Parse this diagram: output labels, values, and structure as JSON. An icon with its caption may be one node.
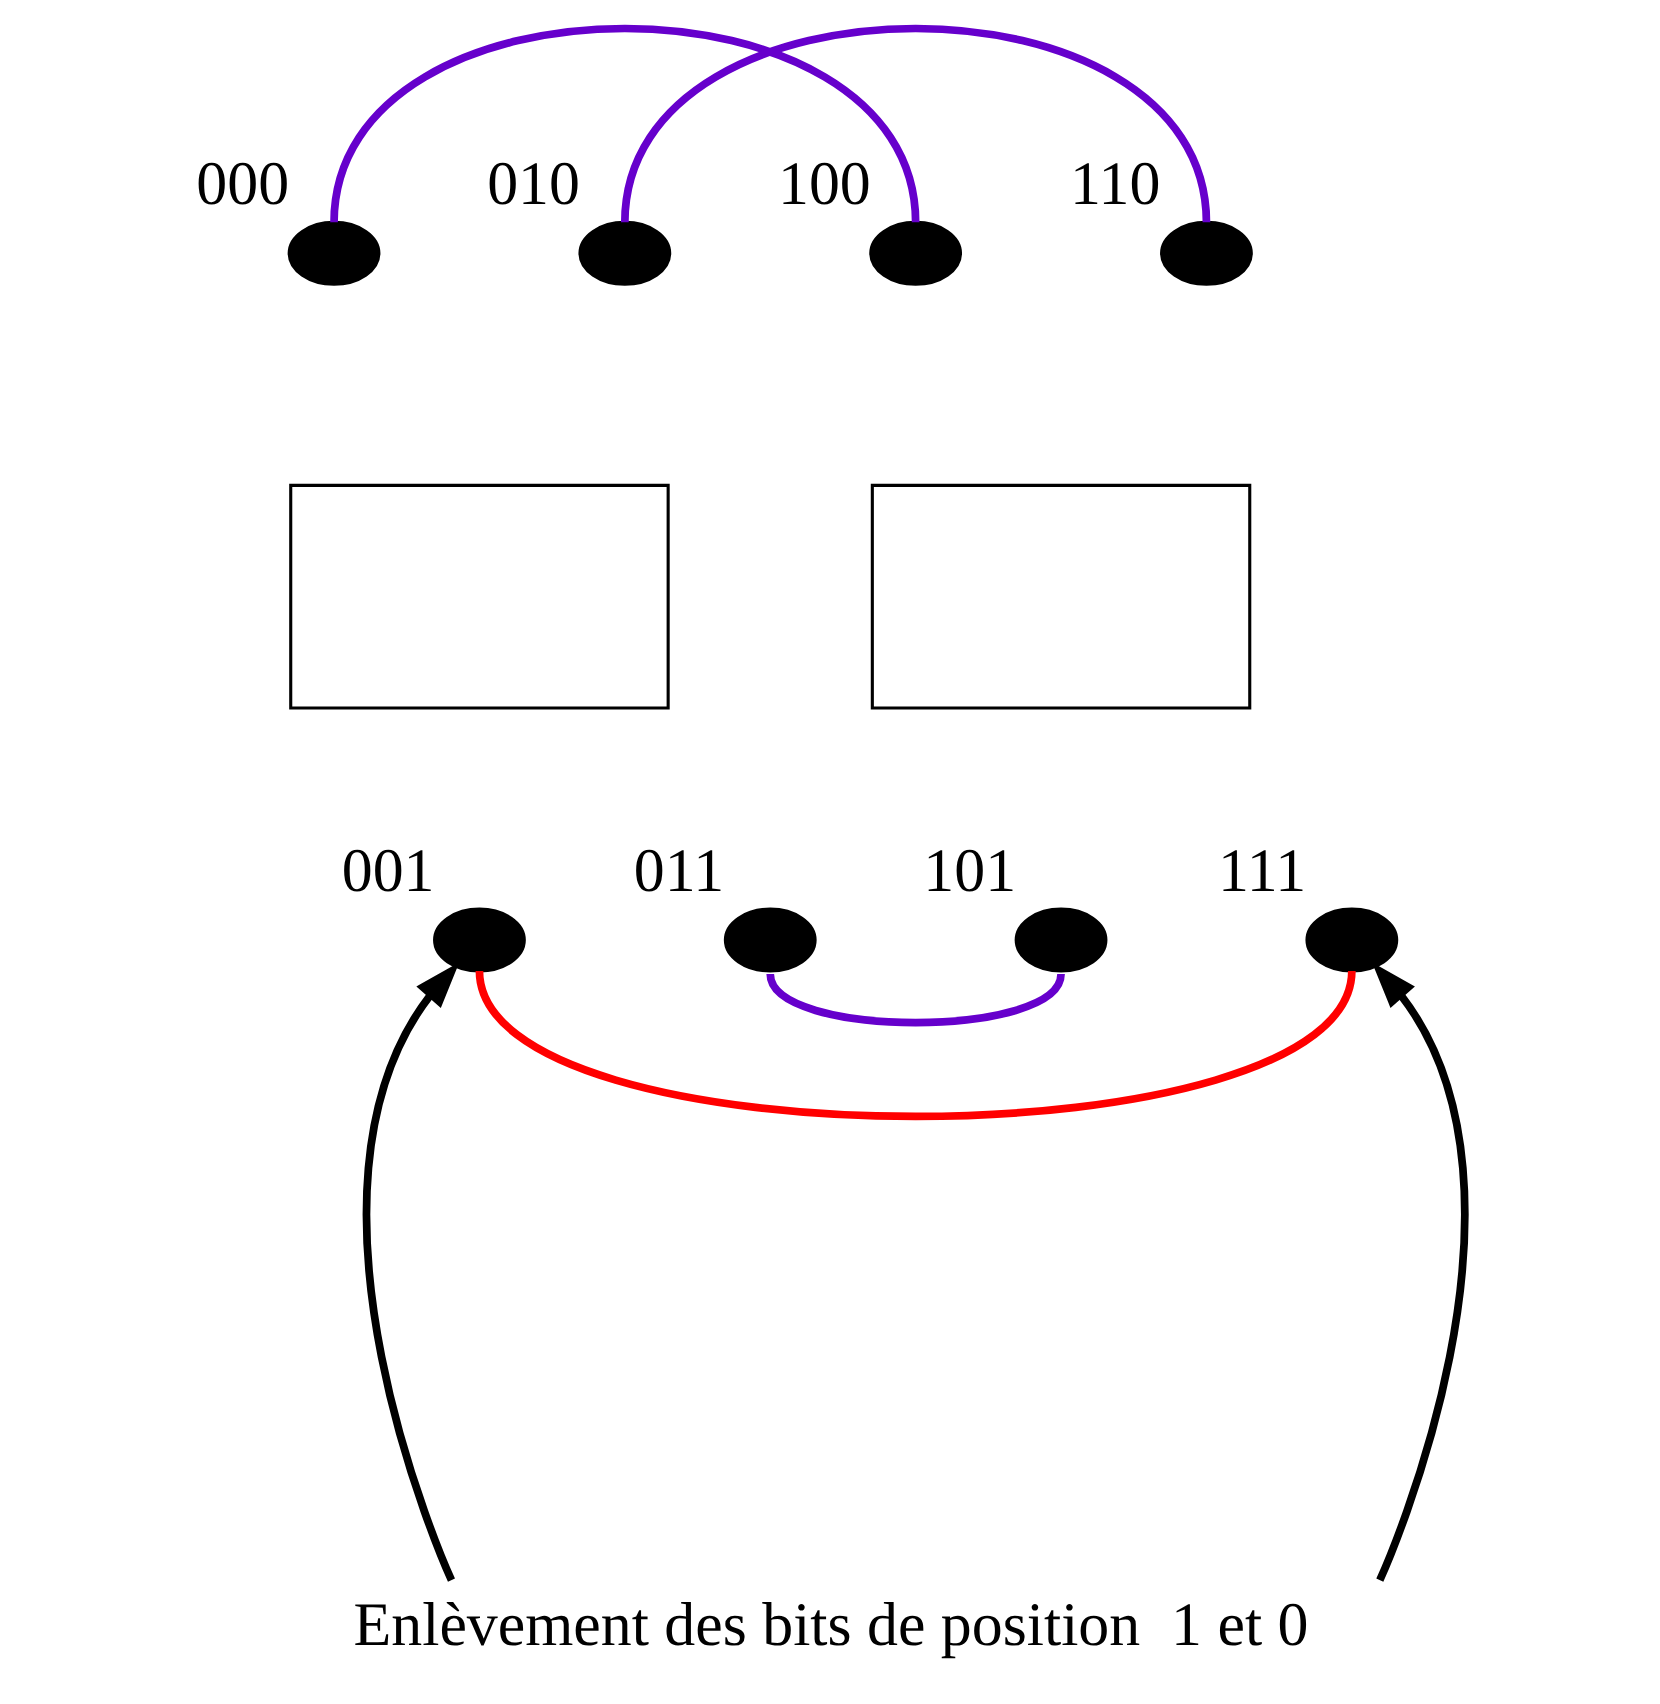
{
  "diagram": {
    "caption": "Enlèvement des bits de position  1 et 0",
    "nodes": [
      {
        "text": [],
        "shape": "circle",
        "beside": [
          "000"
        ]
      },
      {
        "text": [],
        "shape": "circle",
        "beside": [
          "010"
        ]
      },
      {
        "text": [],
        "shape": "circle",
        "beside": [
          "100"
        ]
      },
      {
        "text": [],
        "shape": "circle",
        "beside": [
          "110"
        ]
      },
      {
        "text": [],
        "shape": "box"
      },
      {
        "text": [],
        "shape": "box"
      },
      {
        "text": [],
        "shape": "circle",
        "beside": [
          "001"
        ]
      },
      {
        "text": [],
        "shape": "circle",
        "beside": [
          "011"
        ]
      },
      {
        "text": [],
        "shape": "circle",
        "beside": [
          "101"
        ]
      },
      {
        "text": [],
        "shape": "circle",
        "beside": [
          "111"
        ]
      }
    ],
    "edges": [
      {
        "from": 0,
        "to": 2,
        "arrow": "none",
        "color": "#6600cc"
      },
      {
        "from": 1,
        "to": 3,
        "arrow": "none",
        "color": "#6600cc"
      },
      {
        "from": 7,
        "to": 8,
        "arrow": "none",
        "color": "#6600cc"
      },
      {
        "from": 6,
        "to": 9,
        "arrow": "none",
        "color": "#ff0000"
      },
      {
        "from": null,
        "to": 6,
        "arrow": "to",
        "color": "#000000"
      },
      {
        "from": null,
        "to": 9,
        "arrow": "to",
        "color": "#000000"
      }
    ]
  }
}
